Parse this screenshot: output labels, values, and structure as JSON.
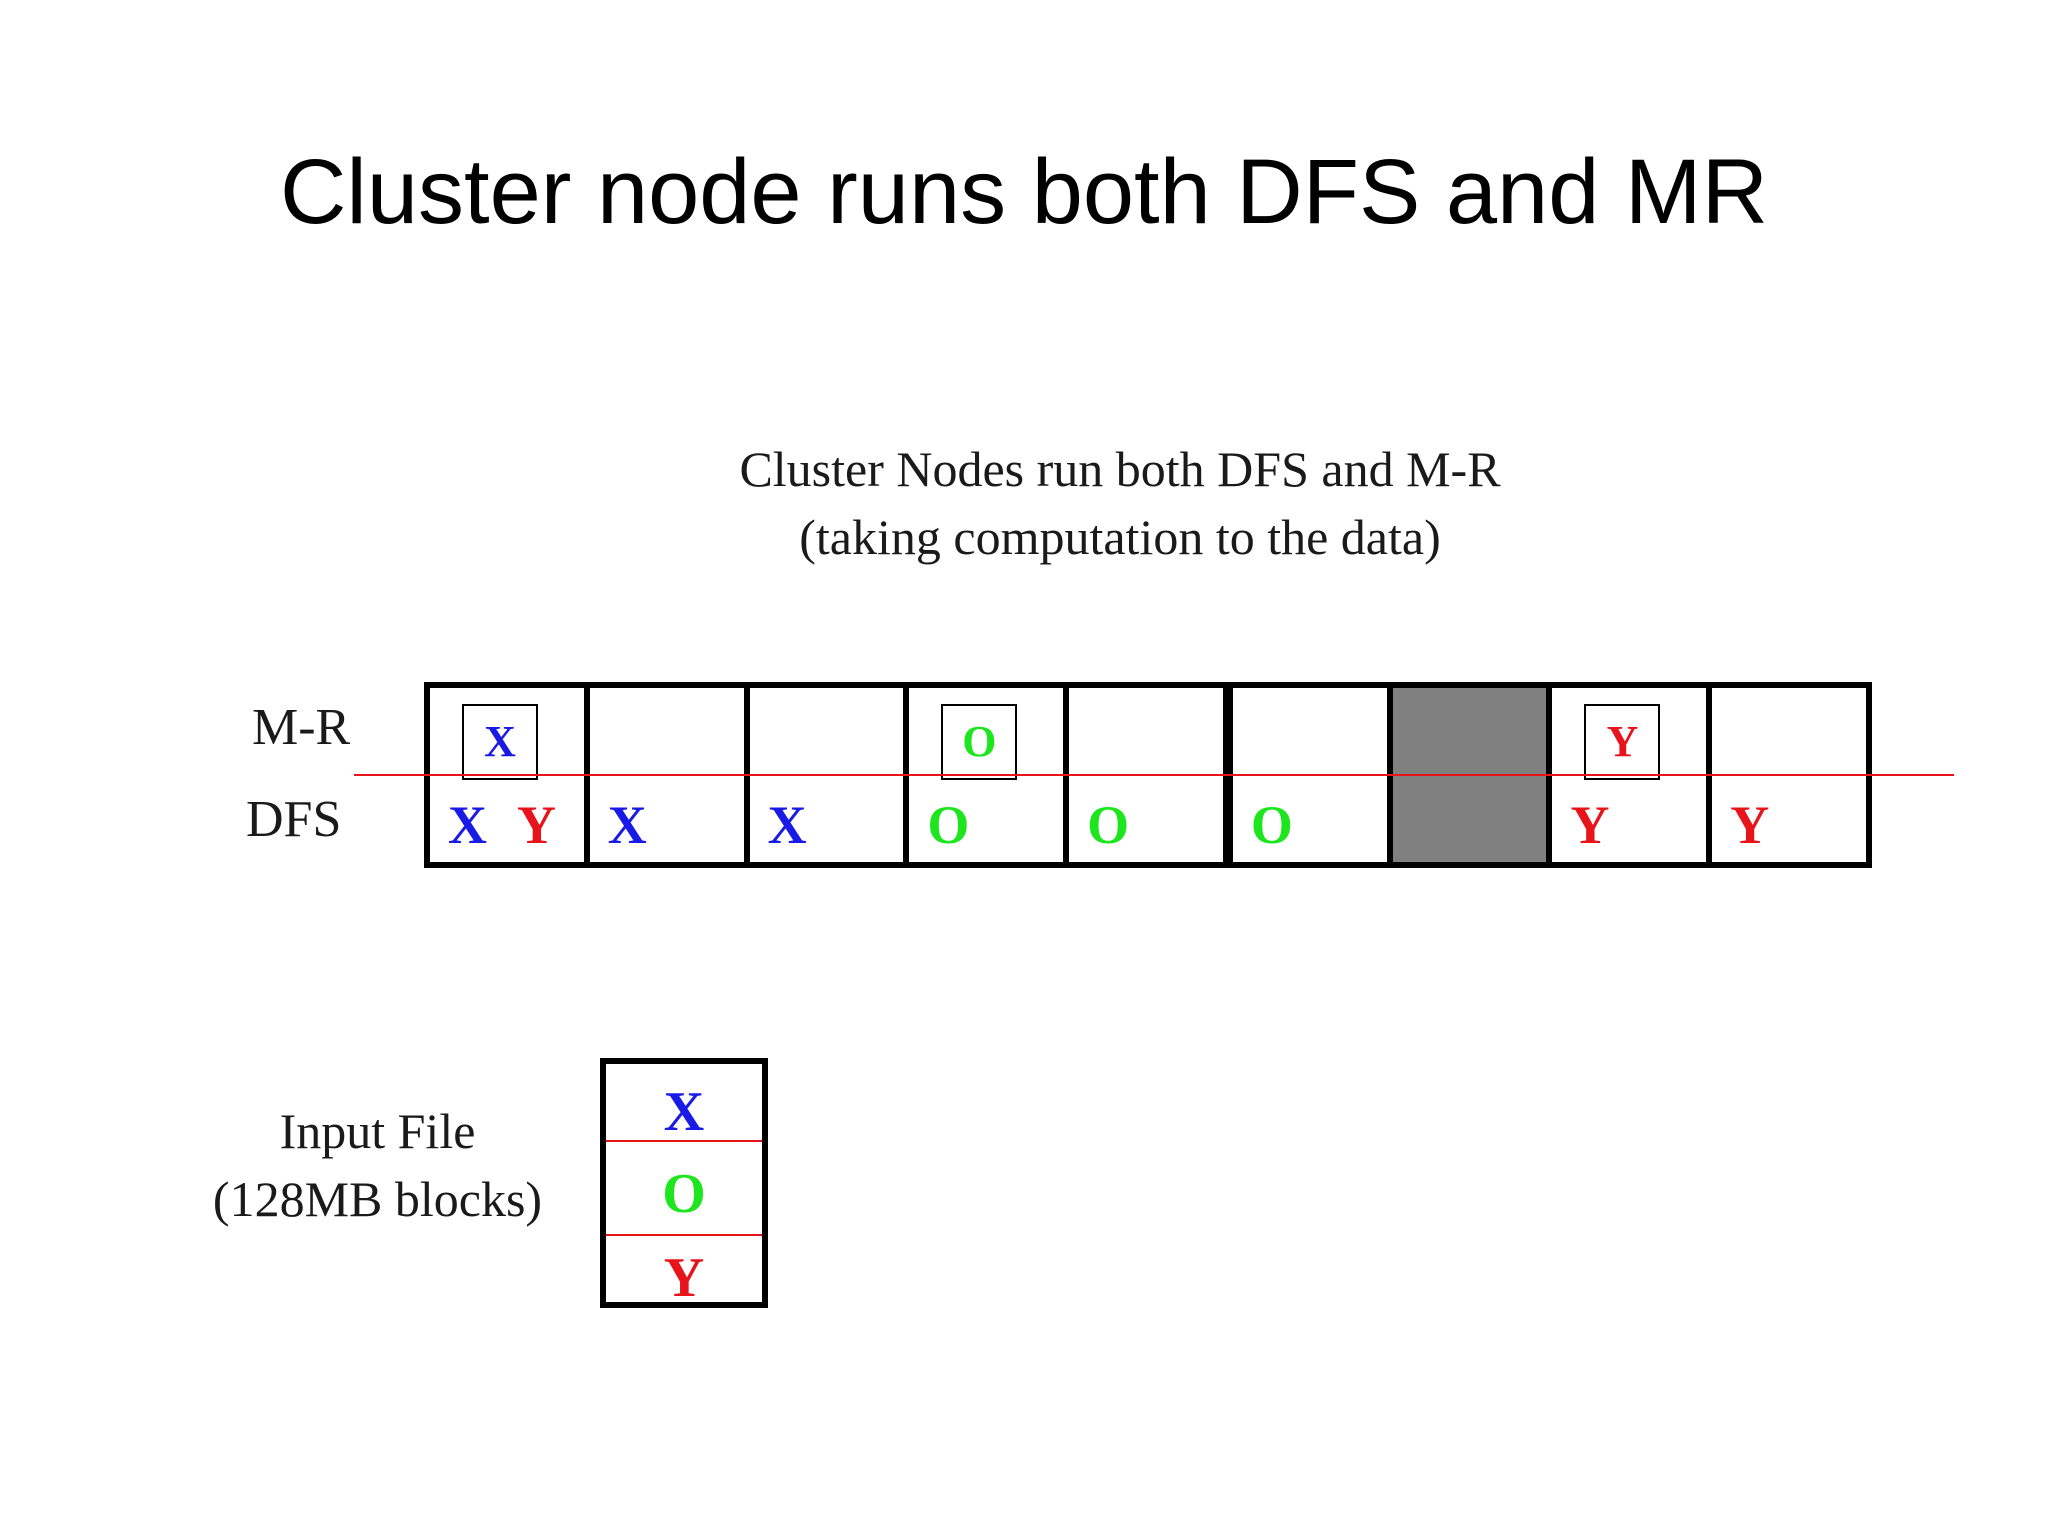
{
  "slide": {
    "title": "Cluster node runs both DFS and MR"
  },
  "diagram": {
    "subtitle_line1": "Cluster Nodes run both DFS and M-R",
    "subtitle_line2": "(taking computation to the data)",
    "row_label_mr": "M-R",
    "row_label_dfs": "DFS",
    "colors": {
      "X": "#1a1ae6",
      "O": "#1ee61e",
      "Y": "#e8141b",
      "divider": "#e8141b",
      "offline_node": "#808080"
    },
    "nodes": [
      {
        "mr_task": "X",
        "dfs_blocks": [
          "X",
          "Y"
        ],
        "shaded": false
      },
      {
        "mr_task": "",
        "dfs_blocks": [
          "X"
        ],
        "shaded": false
      },
      {
        "mr_task": "",
        "dfs_blocks": [
          "X"
        ],
        "shaded": false
      },
      {
        "mr_task": "O",
        "dfs_blocks": [
          "O"
        ],
        "shaded": false
      },
      {
        "mr_task": "",
        "dfs_blocks": [
          "O"
        ],
        "shaded": false
      },
      {
        "mr_task": "",
        "dfs_blocks": [
          "O"
        ],
        "shaded": false
      },
      {
        "mr_task": "",
        "dfs_blocks": [],
        "shaded": true
      },
      {
        "mr_task": "Y",
        "dfs_blocks": [
          "Y"
        ],
        "shaded": false
      },
      {
        "mr_task": "",
        "dfs_blocks": [
          "Y"
        ],
        "shaded": false
      }
    ],
    "input_file": {
      "label_line1": "Input File",
      "label_line2": "(128MB blocks)",
      "blocks": [
        "X",
        "O",
        "Y"
      ]
    }
  }
}
